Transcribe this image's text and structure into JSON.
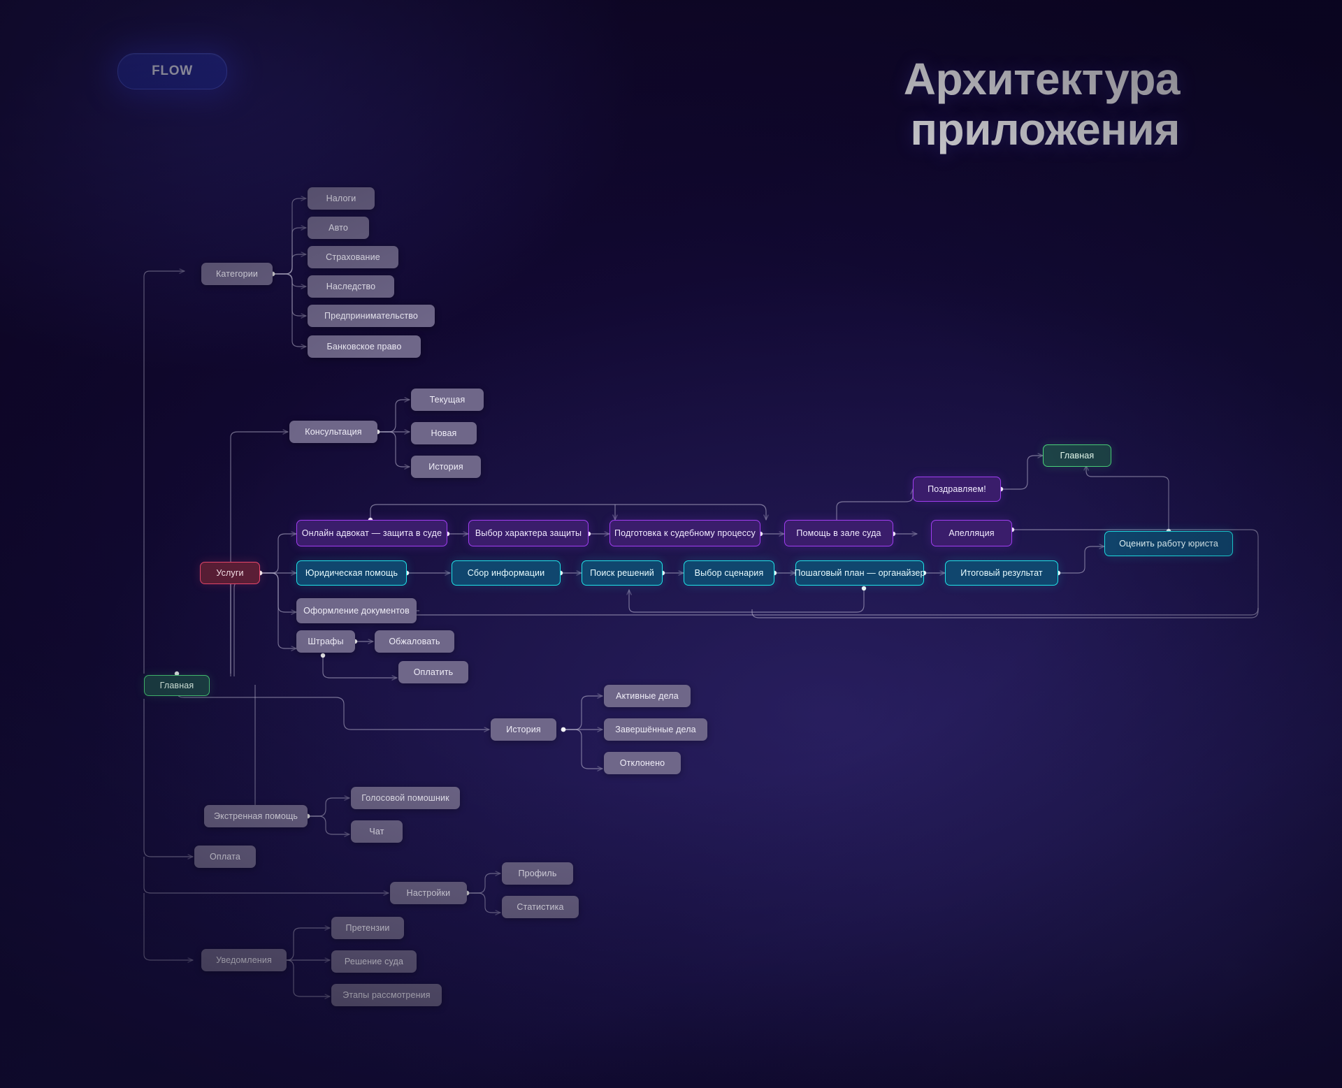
{
  "badge": {
    "label": "FLOW"
  },
  "title": {
    "line1": "Архитектура",
    "line2": "приложения"
  },
  "nodes": {
    "root_main": "Главная",
    "categories": "Категории",
    "cat_taxes": "Налоги",
    "cat_auto": "Авто",
    "cat_insurance": "Страхование",
    "cat_inheritance": "Наследство",
    "cat_business": "Предпринимательство",
    "cat_banking": "Банковское право",
    "consultation": "Консультация",
    "cons_current": "Текущая",
    "cons_new": "Новая",
    "cons_history": "История",
    "services": "Услуги",
    "online_lawyer": "Онлайн адвокат — защита в суде",
    "defense_choice": "Выбор характера защиты",
    "trial_prep": "Подготовка к судебному процессу",
    "courtroom_help": "Помощь в зале суда",
    "appeal": "Апелляция",
    "congrats": "Поздравляем!",
    "main_end": "Главная",
    "rate_lawyer": "Оценить работу юриста",
    "legal_help": "Юридическая помощь",
    "collect_info": "Сбор информации",
    "find_solutions": "Поиск решений",
    "choose_scenario": "Выбор сценария",
    "step_plan": "Пошаговый план — органайзер",
    "final_result": "Итоговый результат",
    "documents": "Оформление документов",
    "fines": "Штрафы",
    "fines_appeal": "Обжаловать",
    "fines_pay": "Оплатить",
    "history": "История",
    "hist_active": "Активные дела",
    "hist_completed": "Завершённые дела",
    "hist_rejected": "Отклонено",
    "emergency": "Экстренная помощь",
    "voice_assistant": "Голосовой помошник",
    "chat": "Чат",
    "payment": "Оплата",
    "settings": "Настройки",
    "profile": "Профиль",
    "statistics": "Статистика",
    "notifications": "Уведомления",
    "claims": "Претензии",
    "court_decision": "Решение суда",
    "review_stages": "Этапы рассмотрения"
  },
  "colors": {
    "background": "#110830",
    "node_grey": "#6f6789",
    "node_purple_border": "#a03df0",
    "node_purple_fill": "#3a1d6b",
    "node_cyan_border": "#1fe3e8",
    "node_cyan_fill": "#10466e",
    "node_green_border": "#4ad27a",
    "node_green_fill": "#1d4347",
    "node_red_border": "#f0496e",
    "node_red_fill": "#5d1f37",
    "badge_fill": "#2a2f9e",
    "edge": "#b9b4cf",
    "title_text": "#ffffff"
  }
}
